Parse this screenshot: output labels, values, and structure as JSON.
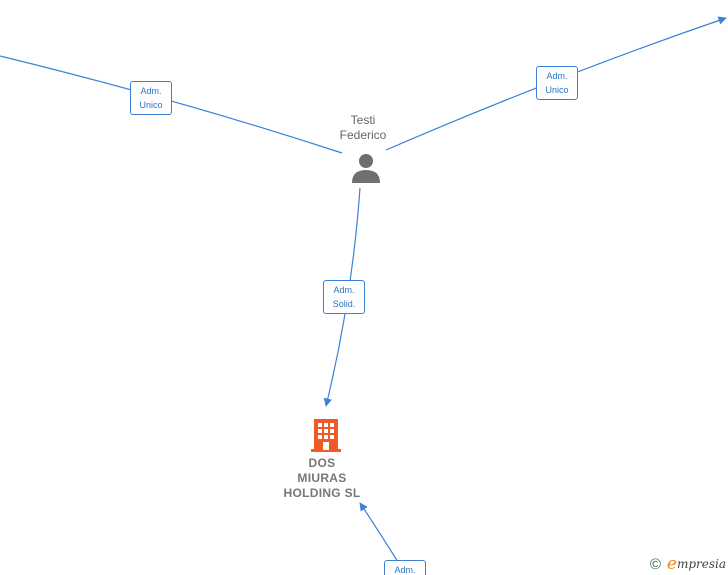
{
  "persons": [
    {
      "first": "Testi",
      "last": "Federico"
    }
  ],
  "companies": [
    {
      "line1": "DOS",
      "line2": "MIURAS",
      "line3": "HOLDING  SL"
    }
  ],
  "relations": [
    {
      "line1": "Adm.",
      "line2": "Unico"
    },
    {
      "line1": "Adm.",
      "line2": "Unico"
    },
    {
      "line1": "Adm.",
      "line2": "Solid."
    },
    {
      "line1": "Adm.",
      "line2": ""
    }
  ],
  "brand": {
    "copyright": "©",
    "initial": "e",
    "rest": "mpresia"
  },
  "colors": {
    "edge": "#3b82d6",
    "person_icon": "#6f6f6f",
    "company_icon": "#f05a28"
  }
}
